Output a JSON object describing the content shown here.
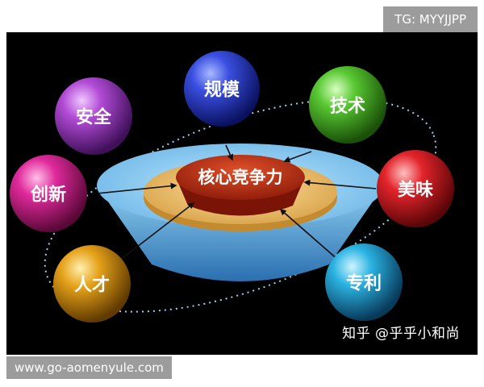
{
  "core": {
    "label": "核心竞争力"
  },
  "spheres": [
    {
      "id": "scale",
      "label": "规模",
      "color": "#3a4fe0"
    },
    {
      "id": "safety",
      "label": "安全",
      "color": "#b24bd6"
    },
    {
      "id": "tech",
      "label": "技术",
      "color": "#58c832"
    },
    {
      "id": "innovation",
      "label": "创新",
      "color": "#e02a9c"
    },
    {
      "id": "taste",
      "label": "美味",
      "color": "#e3242b"
    },
    {
      "id": "talent",
      "label": "人才",
      "color": "#e6a21a"
    },
    {
      "id": "patent",
      "label": "专利",
      "color": "#2bb3e2"
    }
  ],
  "watermark": "知乎 @乎乎小和尚",
  "badges": {
    "tg": "TG: MYYJJPP",
    "site": "www.go-aomenyule.com"
  }
}
